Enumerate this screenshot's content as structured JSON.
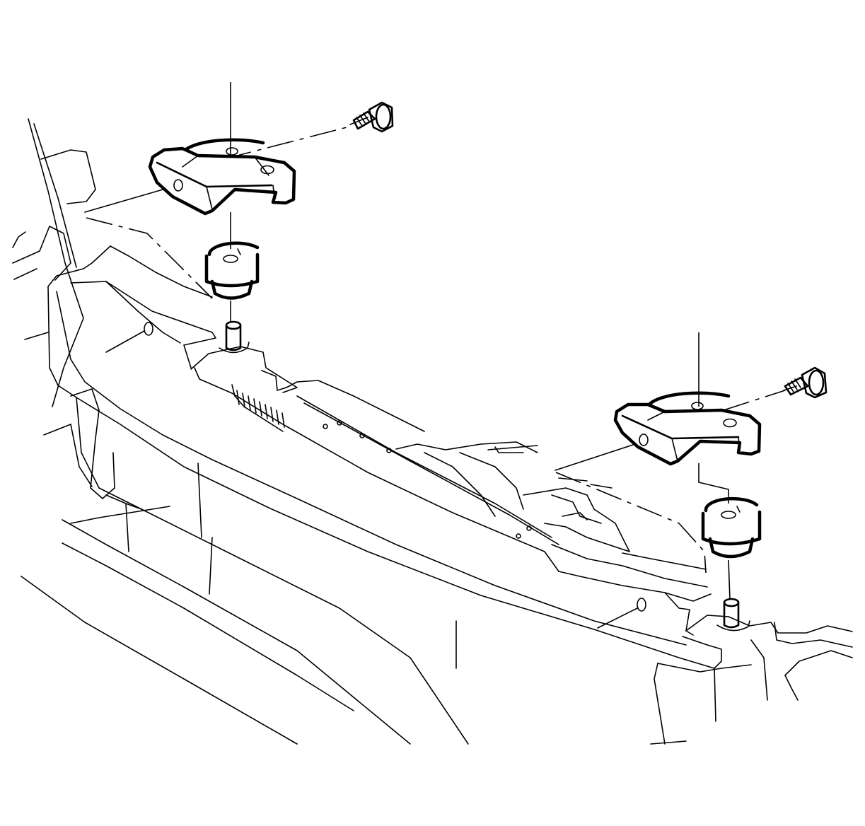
{
  "diagram": {
    "kind": "exploded-view line drawing",
    "stroke_color": "#000000",
    "background_color": "#ffffff",
    "parts": [
      {
        "name": "left-upper-bracket"
      },
      {
        "name": "left-bracket-bolt"
      },
      {
        "name": "left-rubber-insulator"
      },
      {
        "name": "left-mounting-stud"
      },
      {
        "name": "right-upper-bracket"
      },
      {
        "name": "right-bracket-bolt"
      },
      {
        "name": "right-rubber-insulator"
      },
      {
        "name": "right-mounting-stud"
      },
      {
        "name": "radiator-support"
      },
      {
        "name": "radiator-core"
      }
    ]
  }
}
